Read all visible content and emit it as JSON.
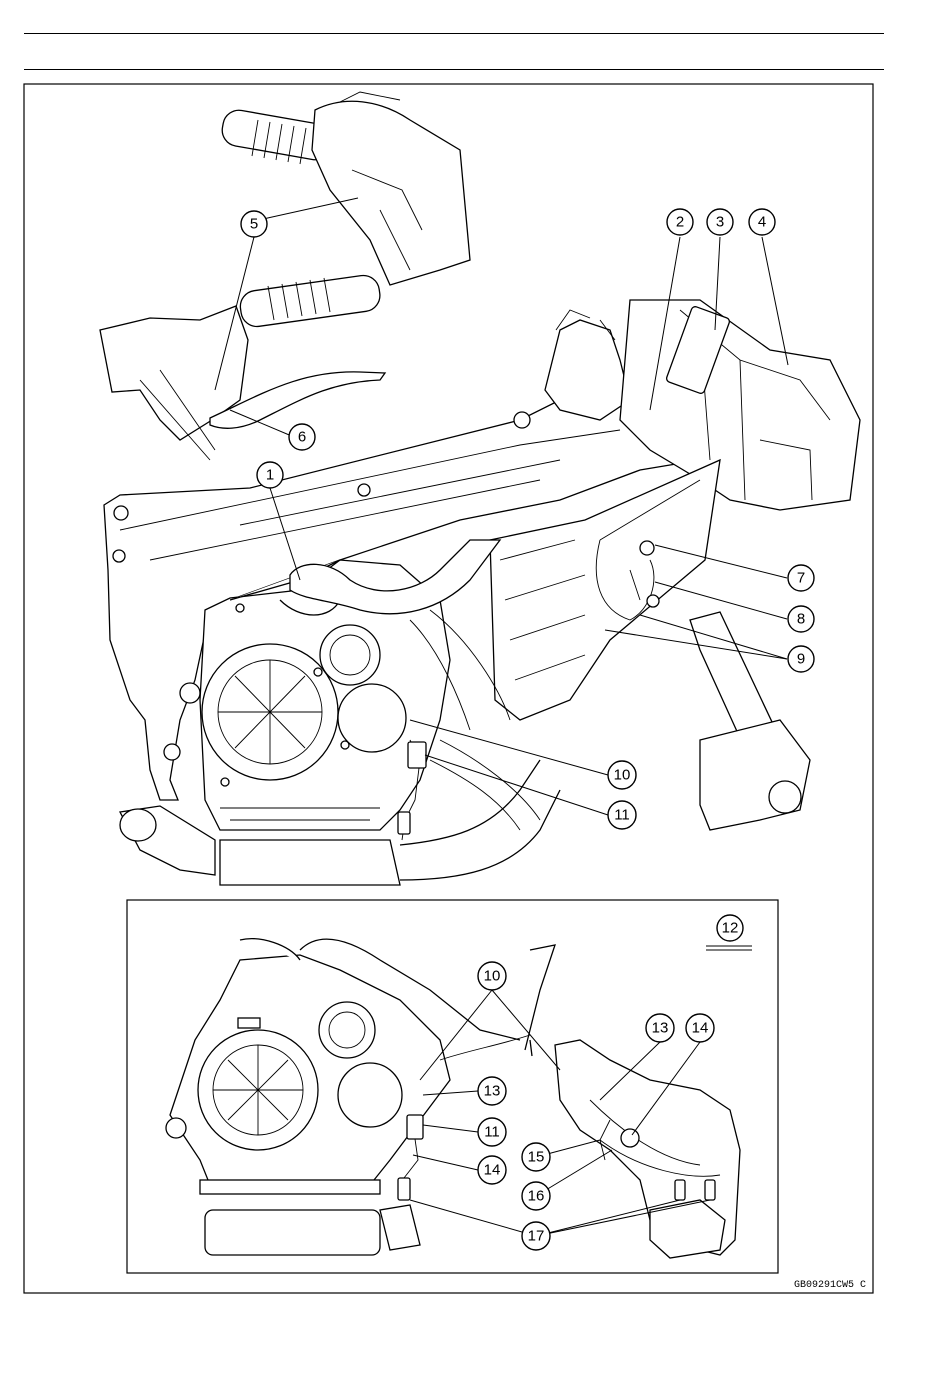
{
  "figure": {
    "code": "GB09291CW5 C",
    "main_callouts": [
      "1",
      "2",
      "3",
      "4",
      "5",
      "6",
      "7",
      "8",
      "9",
      "10",
      "11"
    ],
    "inset_marker": "12",
    "inset_callouts": [
      "10",
      "13",
      "11",
      "14",
      "15",
      "16",
      "17"
    ],
    "extra_callouts": [
      "13",
      "14"
    ]
  }
}
